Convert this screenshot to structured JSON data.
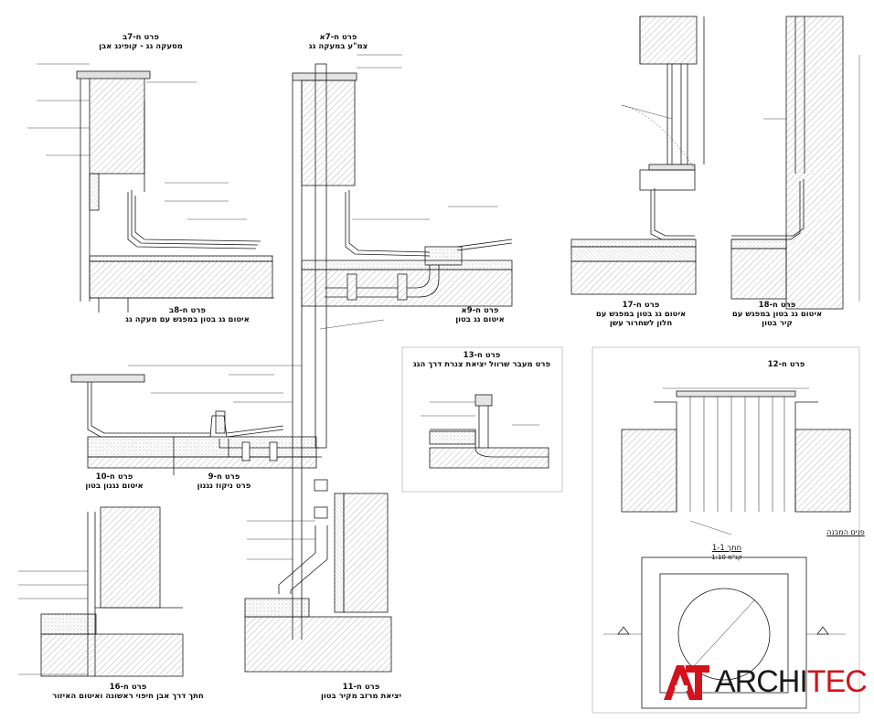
{
  "captions": {
    "top_left_header": {
      "num": "פרט ח-7ב",
      "title": "מסעקה גג - קופינג אבן"
    },
    "top_mid_header": {
      "num": "פרט ח-7א",
      "title": "צמ\"ע במעקה גג"
    },
    "d8": {
      "num": "פרט ח-8ב",
      "title": "איטום גג בטון במפגש עם מעקה גג"
    },
    "d9a": {
      "num": "פרט ח-9א",
      "title": "איטום גג בטון"
    },
    "d17": {
      "num": "פרט ח-17",
      "title": "איטום גג בטון במפגש עם חלון לשחרור עשן"
    },
    "d18": {
      "num": "פרט ח-18",
      "title": "איטום גג בטון במפגש עם קיר בטון"
    },
    "d13": {
      "num": "פרט ח-13",
      "title": "פרט מעבר שרוול יציאת צנרת דרך הגג"
    },
    "d12": {
      "num": "פרט ח-12",
      "title": ""
    },
    "d10": {
      "num": "פרט ח-10",
      "title": "איטום נגנון בטון"
    },
    "d9": {
      "num": "פרט ח-9",
      "title": "פרט ניקוז נגנון"
    },
    "d16": {
      "num": "פרט ח-16",
      "title": "חתך דרך אבן חיפוי ראשונה ואיטום האיזור"
    },
    "d11": {
      "num": "פרט ח-11",
      "title": "יציאת מרזב מקיר בטון"
    }
  },
  "section": {
    "title": "חתך 1-1",
    "scale": "קנ\"מ 1:10",
    "plan_label": "פנים המבנה"
  },
  "logo": {
    "text_a": "ARCHI",
    "text_b": "TEC",
    "brand_color": "#d3131b"
  },
  "colors": {
    "line": "#1a1a1a",
    "hatch": "#777777",
    "fill": "#dcdcdc",
    "frame": "#bdbdbd"
  }
}
